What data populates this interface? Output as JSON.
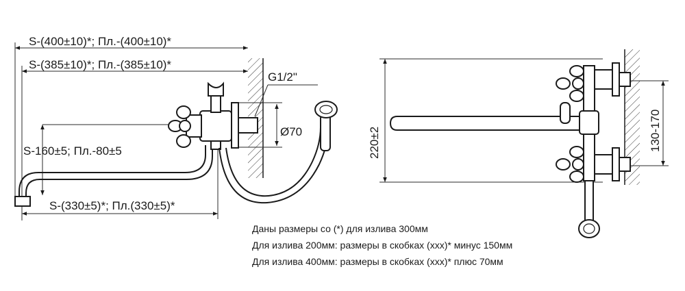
{
  "side_view": {
    "dim_top_1": "S-(400±10)*; Пл.-(400±10)*",
    "dim_top_2": "S-(385±10)*; Пл.-(385±10)*",
    "thread": "G1/2\"",
    "diameter": "Ø70",
    "dim_mid": "S-160±5; Пл.-80±5",
    "dim_bottom": "S-(330±5)*; Пл.(330±5)*"
  },
  "front_view": {
    "height": "220±2",
    "spacing": "130-170"
  },
  "notes": [
    "Даны размеры со (*) для излива 300мм",
    "Для излива 200мм: размеры в скобках (ххх)* минус 150мм",
    "Для излива 400мм: размеры в скобках (ххх)* плюс 70мм"
  ],
  "colors": {
    "line": "#1a1a1a",
    "background": "#ffffff"
  }
}
